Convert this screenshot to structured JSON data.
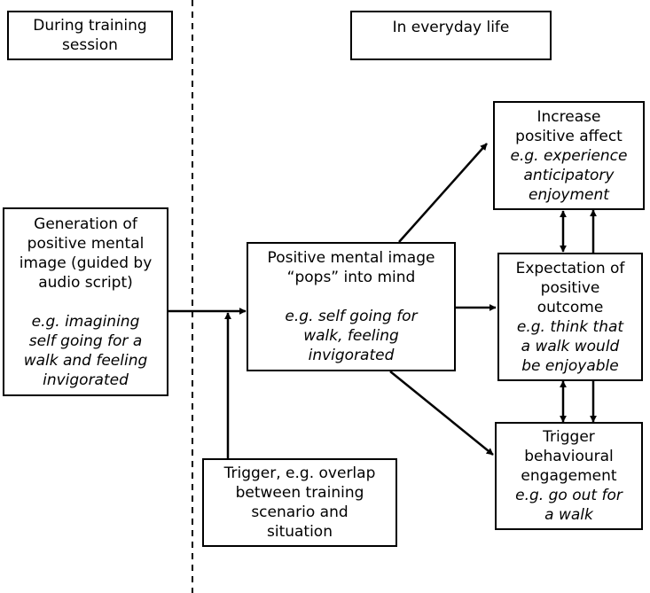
{
  "headers": {
    "training": [
      "During training",
      "session"
    ],
    "everyday": [
      "In everyday life"
    ]
  },
  "generation": {
    "title": [
      "Generation of",
      "positive mental",
      "image (guided by",
      "audio script)"
    ],
    "example": [
      "e.g. imagining",
      "self going for a",
      "walk and feeling",
      "invigorated"
    ]
  },
  "pops": {
    "title": [
      "Positive mental image",
      "“pops” into mind"
    ],
    "example": [
      "e.g. self going for",
      "walk, feeling",
      "invigorated"
    ]
  },
  "trigger": {
    "title": [
      "Trigger, e.g. overlap",
      "between training",
      "scenario and",
      "situation"
    ]
  },
  "affect": {
    "title": [
      "Increase",
      "positive affect"
    ],
    "example": [
      "e.g. experience",
      "anticipatory",
      "enjoyment"
    ]
  },
  "expectation": {
    "title": [
      "Expectation of",
      "positive",
      "outcome"
    ],
    "example": [
      "e.g. think that",
      "a walk would",
      "be enjoyable"
    ]
  },
  "behaviour": {
    "title": [
      "Trigger",
      "behavioural",
      "engagement"
    ],
    "example": [
      "e.g. go out for",
      "a walk"
    ]
  }
}
